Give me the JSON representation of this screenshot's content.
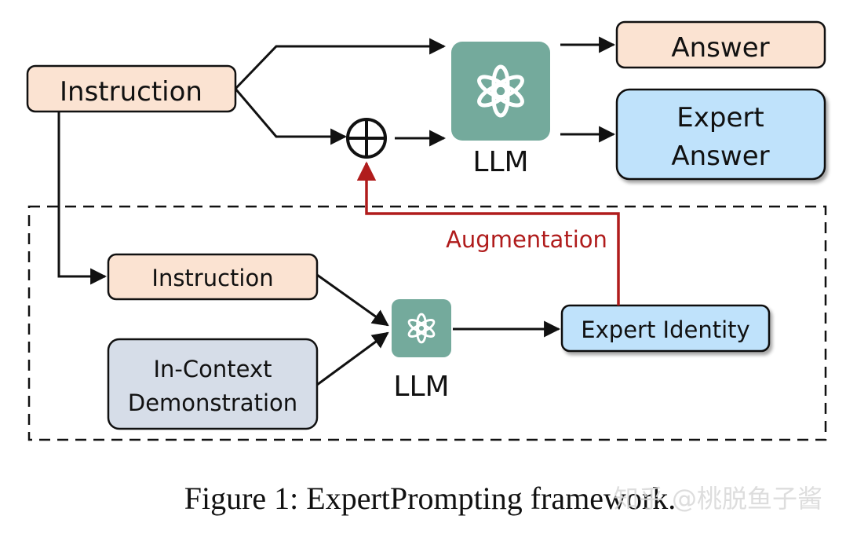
{
  "nodes": {
    "instruction_main": "Instruction",
    "answer": "Answer",
    "expert_answer_line1": "Expert",
    "expert_answer_line2": "Answer",
    "llm_top": "LLM",
    "instruction_sub": "Instruction",
    "icd_line1": "In-Context",
    "icd_line2": "Demonstration",
    "llm_bottom": "LLM",
    "expert_identity": "Expert Identity",
    "augmentation": "Augmentation",
    "combine_symbol": "⊕"
  },
  "caption": "Figure 1: ExpertPrompting framework.",
  "watermark": "知乎 @桃脱鱼子酱",
  "icons": {
    "llm_logo": "openai-logo-icon"
  },
  "colors": {
    "peach_fill": "#fbe3d2",
    "blue_fill": "#bfe2fb",
    "gray_fill": "#d6dde8",
    "llm_green": "#74aa9c",
    "augment_red": "#b01c1c"
  }
}
